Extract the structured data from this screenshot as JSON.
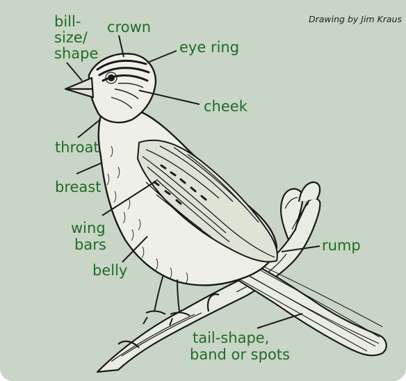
{
  "credit": "Drawing by Jim Kraus",
  "labels": {
    "bill_line1": "bill-",
    "bill_line2": "size/",
    "bill_line3": "shape",
    "crown": "crown",
    "eye_ring": "eye ring",
    "cheek": "cheek",
    "throat": "throat",
    "breast": "breast",
    "wing_line1": "wing",
    "wing_line2": "bars",
    "belly": "belly",
    "rump": "rump",
    "tail_line1": "tail-shape,",
    "tail_line2": "band or spots"
  },
  "colors": {
    "panel_background": "#c9d5c6",
    "label_text": "#1f6b2a",
    "ink": "#1a1a1a"
  },
  "illustration": "bird-sketch-icon"
}
